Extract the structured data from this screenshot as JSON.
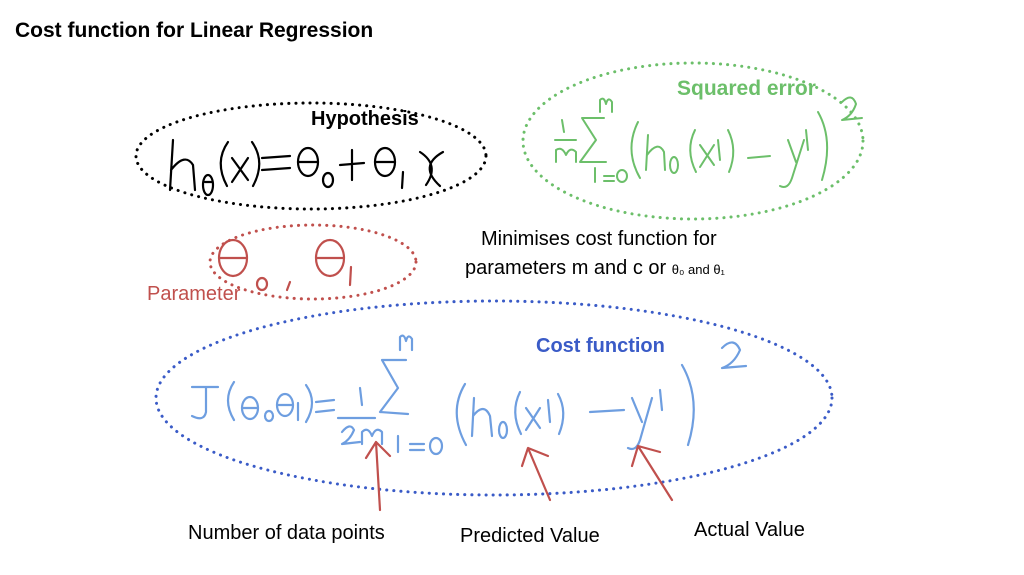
{
  "title": "Cost function for Linear Regression",
  "hypothesis": {
    "label": "Hypothesis"
  },
  "parameter": {
    "label": "Parameter"
  },
  "squared_error": {
    "label": "Squared error"
  },
  "minimises": {
    "line1": "Minimises cost function for",
    "line2_prefix": "parameters m and c or ",
    "theta0": "θ₀",
    "and": " and ",
    "theta1": "θ₁"
  },
  "cost_function": {
    "label": "Cost function"
  },
  "annotations": {
    "number_of_data_points": "Number of data points",
    "predicted_value": "Predicted Value",
    "actual_value": "Actual Value"
  },
  "colors": {
    "hypothesis": "#000000",
    "parameter": "#c0504d",
    "squared_error": "#6cbf6a",
    "cost_function": "#3a5bc7",
    "cost_formula_ink": "#6e9ee0",
    "arrows": "#c0504d"
  }
}
